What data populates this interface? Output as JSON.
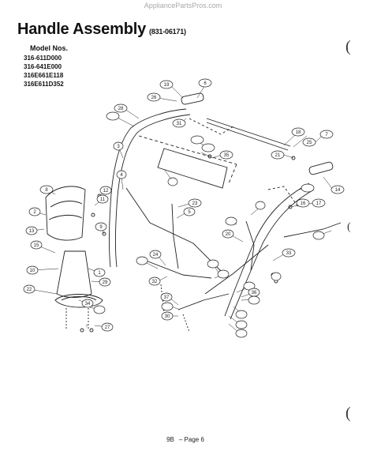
{
  "watermark": "AppliancePartsPros.com",
  "title": "Handle Assembly",
  "part_number": "(831-06171)",
  "models_heading": "Model Nos.",
  "models": [
    "316-611D000",
    "316-641E000",
    "316E661E118",
    "316E611D352"
  ],
  "footer": {
    "section": "9B",
    "page": "– Page 6"
  },
  "callouts": [
    "6",
    "19",
    "26",
    "28",
    "3",
    "4",
    "23",
    "31",
    "35",
    "12",
    "11",
    "9",
    "2",
    "8",
    "13",
    "15",
    "10",
    "1",
    "29",
    "34",
    "24",
    "32",
    "37",
    "30",
    "7",
    "14",
    "5",
    "16",
    "17",
    "21",
    "25",
    "33",
    "18",
    "20",
    "27",
    "22",
    "36"
  ]
}
